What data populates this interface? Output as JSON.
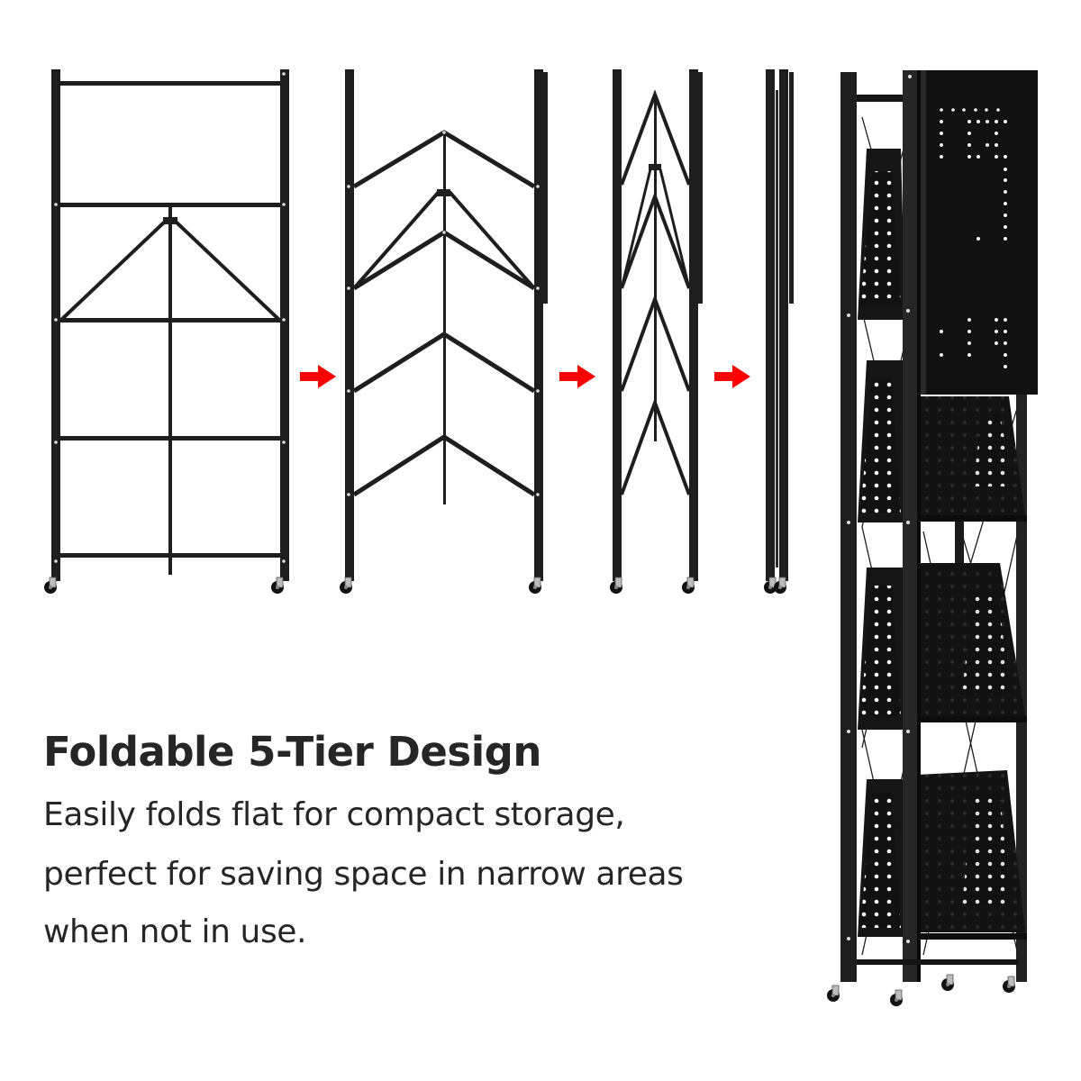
{
  "headline": "Foldable 5-Tier Design",
  "description_lines": [
    "Easily folds flat for compact storage,",
    "perfect for saving space in narrow areas",
    "when not in use."
  ],
  "illustration": {
    "stages": [
      {
        "name": "unfolded-frame",
        "state": "fully open"
      },
      {
        "name": "folding-stage-1",
        "state": "partially folded"
      },
      {
        "name": "folding-stage-2",
        "state": "mostly folded"
      },
      {
        "name": "folded-flat-frame",
        "state": "folded flat"
      }
    ],
    "arrow_icon": "right-arrow-icon",
    "final_product": "folded-rack-with-perforated-shelves",
    "tiers": 5
  },
  "colors": {
    "frame": "#1e1e1e",
    "arrow": "#ff0000",
    "text": "#262626",
    "background": "#ffffff"
  }
}
